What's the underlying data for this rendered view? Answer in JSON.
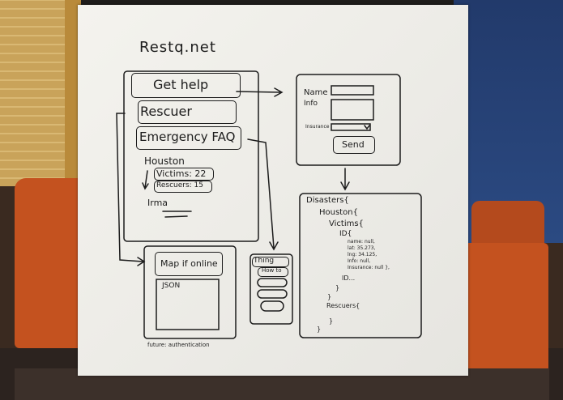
{
  "board": {
    "title": "Restq.net",
    "menu": {
      "get_help": "Get help",
      "rescuer": "Rescuer",
      "emergency_faq": "Emergency FAQ"
    },
    "disasters_list": {
      "houston": "Houston",
      "victims": "Victims: 22",
      "rescuers": "Rescuers: 15",
      "irma": "Irma"
    },
    "form": {
      "name_label": "Name",
      "info_label": "Info",
      "insurance_label": "Insurance",
      "send_button": "Send"
    },
    "json_tree": {
      "line1": "Disasters{",
      "line2": "Houston{",
      "line3": "Victims{",
      "line4": "ID{",
      "line5": "name: null,",
      "line6": "lat: 35.273,",
      "line7": "lng: 34.125,",
      "line8": "Info: null,",
      "line9": "Insurance: null },",
      "line10": "ID...",
      "line11": "}",
      "line12": "}",
      "line13": "Rescuers{",
      "line14": "}",
      "line15": "}"
    },
    "map_panel": {
      "map_label": "Map if online",
      "json_label": "JSON"
    },
    "faq_panel": {
      "thing_label": "Thing",
      "howto_label": "How to"
    },
    "footer_note": "future: authentication"
  },
  "colors": {
    "marker": "#1c1c1c",
    "board": "#f1f0eb",
    "chair": "#c4521f",
    "wall": "#2b4a82"
  }
}
